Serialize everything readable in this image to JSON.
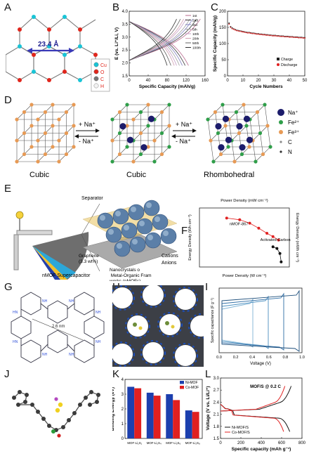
{
  "panel_labels": [
    "A",
    "B",
    "C",
    "D",
    "E",
    "F",
    "G",
    "H",
    "I",
    "J",
    "K",
    "L"
  ],
  "panelA": {
    "distance": "23.4 Å",
    "legend": [
      {
        "symbol": "Cu",
        "color": "#19c4d6"
      },
      {
        "symbol": "O",
        "color": "#e0261c"
      },
      {
        "symbol": "C",
        "color": "#777777"
      },
      {
        "symbol": "H",
        "color": "#f2f2f2"
      }
    ]
  },
  "panelB": {
    "chart_data": {
      "type": "line",
      "xlabel": "Specific Capacity (mAh/g)",
      "ylabel": "E (vs. Li⁺/Li, V)",
      "xlim": [
        0,
        160
      ],
      "ylim": [
        1.5,
        4.0
      ],
      "x_ticks": [
        "0",
        "40",
        "80",
        "120",
        "160"
      ],
      "y_ticks": [
        "1.5",
        "2.0",
        "2.5",
        "3.0",
        "3.5",
        "4.0"
      ],
      "legend": [
        "1st",
        "2nd",
        "3rd",
        "5th",
        "10th",
        "20th",
        "50th",
        "100th"
      ],
      "series_colors": [
        "#b86a8e",
        "#3a3a3a",
        "#8080c0",
        "#a0a0a0",
        "#c7a0c7",
        "#d0a0b0",
        "#606060",
        "#303030"
      ],
      "discharge_max": [
        125,
        118,
        112,
        106,
        100,
        95,
        88,
        80
      ],
      "charge_max": [
        150,
        142,
        134,
        128,
        120,
        115,
        108,
        100
      ]
    }
  },
  "panelC": {
    "chart_data": {
      "type": "line",
      "xlabel": "Cycle Numbers",
      "ylabel": "Specific Capacity (mAh/g)",
      "xlim": [
        0,
        50
      ],
      "ylim": [
        0,
        200
      ],
      "x_ticks": [
        "0",
        "10",
        "20",
        "30",
        "40",
        "50"
      ],
      "y_ticks": [
        "0",
        "50",
        "100",
        "150",
        "200"
      ],
      "legend": [
        "Charge",
        "Discharge"
      ],
      "charge": [
        163,
        152,
        148,
        145,
        143,
        141,
        140,
        139,
        138,
        137,
        136,
        135,
        134,
        134,
        133,
        132,
        132,
        131,
        130,
        130,
        129,
        129,
        128,
        128,
        127,
        127,
        126,
        126,
        125,
        125,
        125,
        124,
        124,
        123,
        123,
        123,
        122,
        122,
        122,
        121,
        121,
        121,
        120,
        120,
        120,
        119,
        119,
        119,
        118,
        118
      ],
      "discharge": [
        160,
        150,
        146,
        144,
        142,
        140,
        139,
        138,
        137,
        136,
        135,
        134,
        133,
        133,
        132,
        131,
        131,
        130,
        129,
        129,
        128,
        128,
        127,
        127,
        126,
        126,
        125,
        125,
        124,
        124,
        124,
        123,
        123,
        122,
        122,
        122,
        121,
        121,
        121,
        120,
        120,
        120,
        119,
        119,
        119,
        118,
        118,
        118,
        117,
        117
      ]
    }
  },
  "panelD": {
    "phases": [
      "Cubic",
      "Cubic",
      "Rhombohedral"
    ],
    "arrows": [
      {
        "top": "+ Na⁺",
        "bottom": "- Na⁺"
      },
      {
        "top": "+ Na⁺",
        "bottom": "- Na⁺"
      }
    ],
    "legend": [
      {
        "label": "Na⁺",
        "color": "#1c1c6b"
      },
      {
        "label": "Fe²⁺",
        "color": "#2f9e49"
      },
      {
        "label": "Fe³⁺",
        "color": "#e79a55"
      },
      {
        "label": "C",
        "color": "#8a8a8a"
      },
      {
        "label": "N",
        "color": "#333333"
      }
    ]
  },
  "panelE": {
    "labels": {
      "separator": "Separator",
      "cations": "Cations",
      "anions": "Anions",
      "graphene": "Graphene (3.3 wt%)",
      "nanocrystals": "Nanocrystals of Metal-Organic Frameworks (nMOFs)",
      "device": "nMOF Supercapacitor"
    }
  },
  "panelF": {
    "chart_data": {
      "type": "scatter",
      "top_axis_label": "Power Density (mW cm⁻²)",
      "bottom_axis_label": "Power Density (W cm⁻³)",
      "left_axis_label": "Energy Density (Wh cm⁻³)",
      "right_axis_label": "Energy Density (mWh cm⁻²)",
      "series": [
        {
          "name": "nMOF-867",
          "color": "#e02020",
          "points": [
            [
              0.01,
              5.8
            ],
            [
              0.03,
              5.6
            ],
            [
              0.07,
              5.2
            ],
            [
              0.15,
              4.6
            ],
            [
              0.3,
              4.0
            ],
            [
              0.5,
              3.6
            ],
            [
              0.8,
              3.2
            ]
          ]
        },
        {
          "name": "Activated Carbon",
          "color": "#111111",
          "points": [
            [
              0.5,
              2.4
            ],
            [
              0.7,
              2.2
            ],
            [
              0.9,
              1.6
            ],
            [
              1.0,
              0.6
            ]
          ]
        }
      ]
    }
  },
  "panelG": {
    "distance": "2.6 nm"
  },
  "panelI": {
    "chart_data": {
      "type": "line",
      "xlabel": "Voltage (V)",
      "ylabel": "Specific capacitance (F g⁻¹)",
      "x_ticks": [
        "0.0",
        "0.2",
        "0.4",
        "0.6",
        "0.8",
        "1.0"
      ],
      "voltage_windows": [
        0.4,
        0.6,
        0.8,
        1.0
      ]
    }
  },
  "panelK": {
    "chart_data": {
      "type": "bar",
      "ylabel": "Binding Energy (eV)",
      "categories": [
        "MOF-Li₂S₁",
        "MOF-Li₂S₄",
        "MOF-Li₂S₆",
        "MOF-Li₂S₈"
      ],
      "series": [
        {
          "name": "Ni-MOF",
          "color": "#1c3fae",
          "values": [
            3.5,
            3.1,
            3.0,
            1.9
          ]
        },
        {
          "name": "Co-MOF",
          "color": "#e02020",
          "values": [
            3.4,
            2.9,
            2.6,
            1.8
          ]
        }
      ],
      "ylim": [
        0,
        4
      ],
      "y_ticks": [
        "0",
        "1",
        "2",
        "3",
        "4"
      ]
    }
  },
  "panelL": {
    "chart_data": {
      "type": "line",
      "title": "MOF/S @ 0.2 C",
      "xlabel": "Specific capacity (mAh g⁻¹)",
      "ylabel": "Voltage (V vs. Li/Li⁺)",
      "xlim": [
        0,
        800
      ],
      "ylim": [
        1.5,
        3.0
      ],
      "x_ticks": [
        "0",
        "200",
        "400",
        "600",
        "800"
      ],
      "y_ticks": [
        "1.5",
        "1.8",
        "2.1",
        "2.4",
        "2.7",
        "3.0"
      ],
      "series": [
        {
          "name": "Ni-MOF/S",
          "color": "#111111",
          "capacity": 680
        },
        {
          "name": "Co-MOF/S",
          "color": "#e02020",
          "capacity": 620
        }
      ]
    }
  }
}
